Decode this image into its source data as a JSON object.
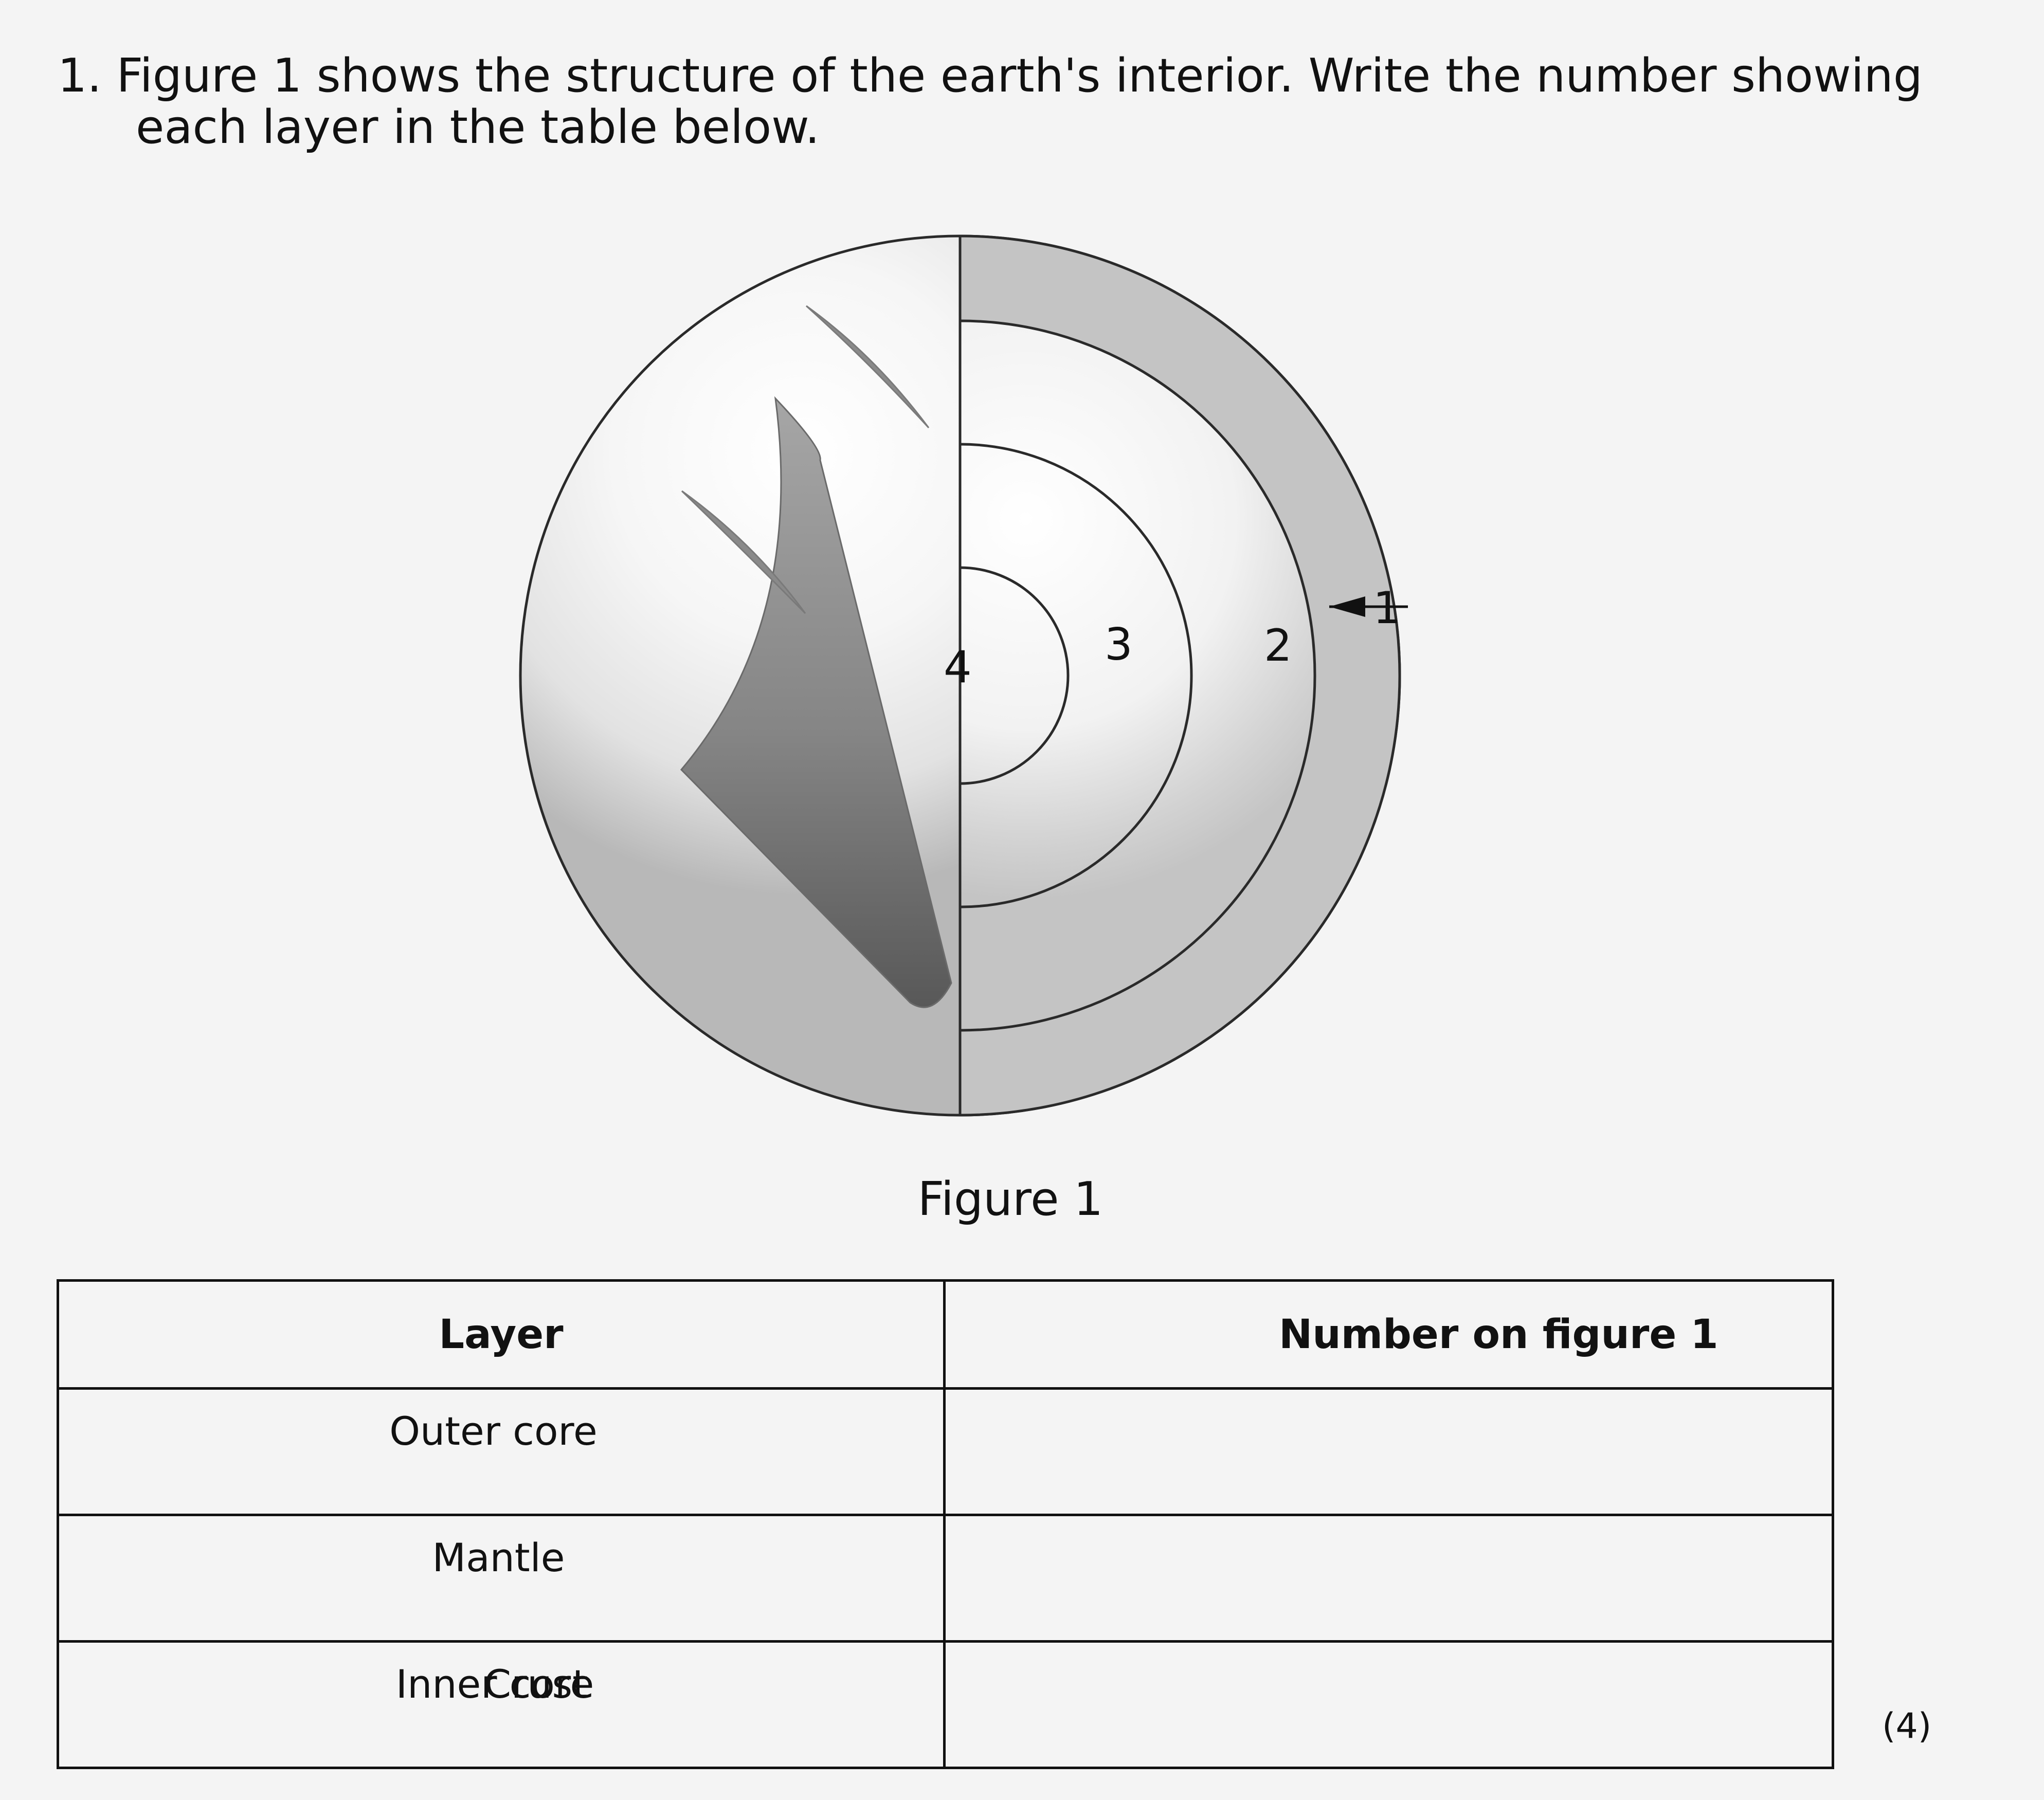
{
  "question": {
    "line1": "1. Figure 1 shows the structure of the earth's interior. Write the number showing",
    "line2": "each layer in the table below."
  },
  "figure": {
    "caption": "Figure 1",
    "labels": {
      "one": "1",
      "two": "2",
      "three": "3",
      "four": "4"
    },
    "colors": {
      "sphere_light": "#ffffff",
      "sphere_shadow": "#b8b8b8",
      "cutaway": "#c4c4c4",
      "crack_dark": "#5e5e5e",
      "outline": "#2a2a2a"
    }
  },
  "table": {
    "headers": {
      "layer": "Layer",
      "number": "Number on figure 1"
    },
    "rows": [
      {
        "layer": "Outer core",
        "number": ""
      },
      {
        "layer": "Mantle",
        "number": ""
      },
      {
        "layer": "Inner core",
        "number": "",
        "overlap_text": "Crust"
      }
    ]
  },
  "marks": "(4)"
}
